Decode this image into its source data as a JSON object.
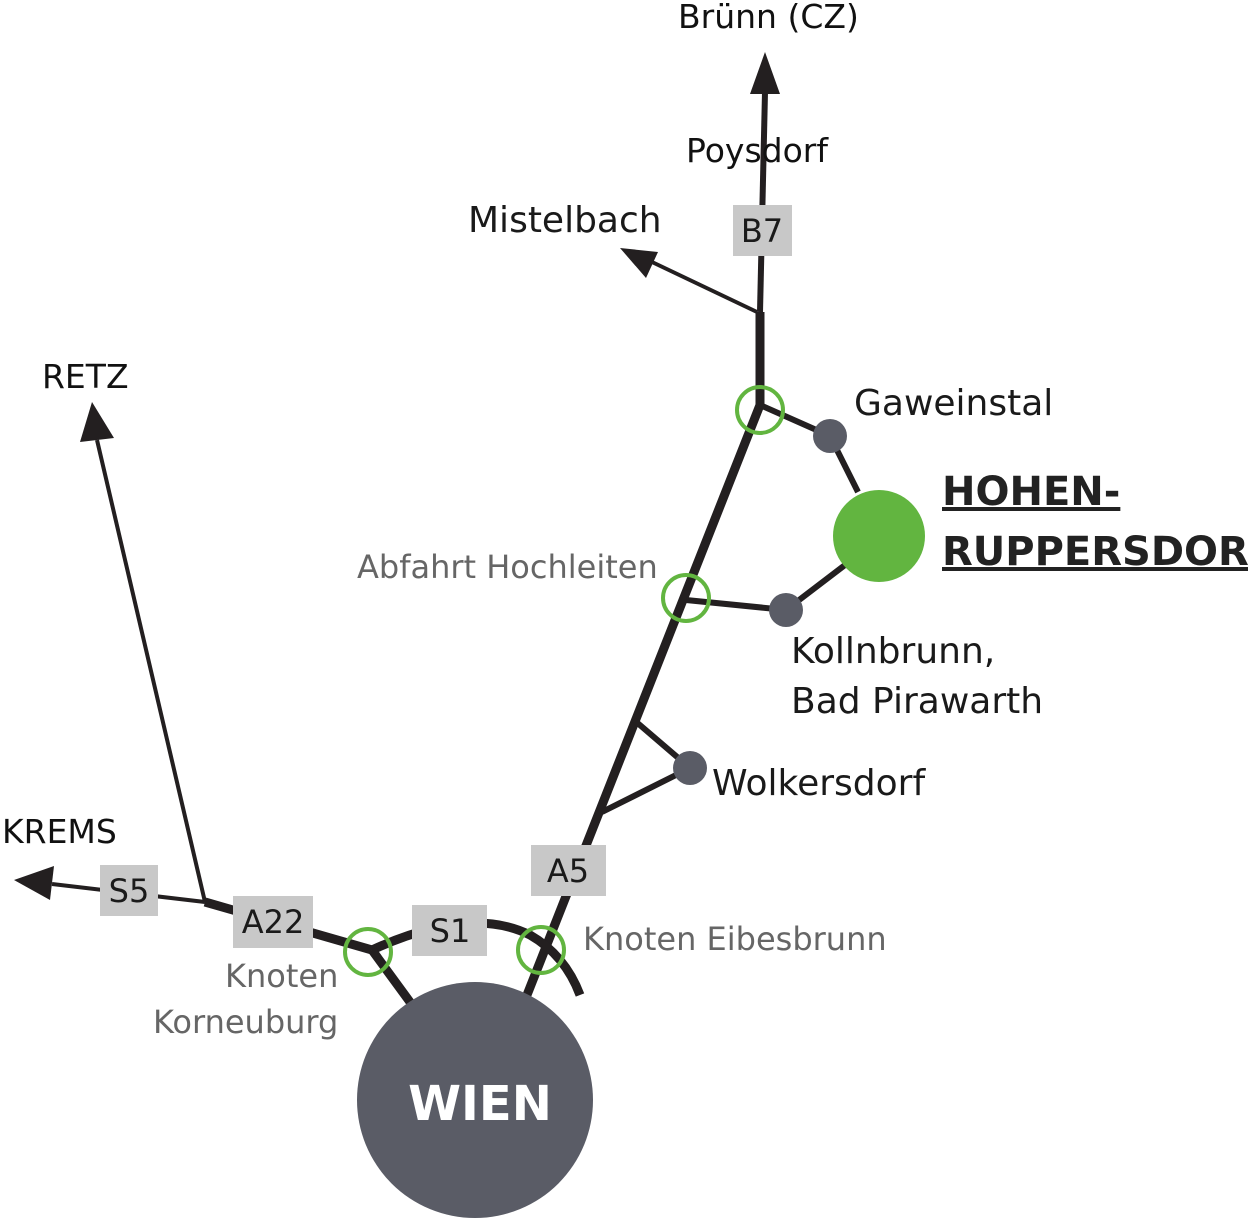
{
  "labels": {
    "brno": "Brünn (CZ)",
    "poysdorf": "Poysdorf",
    "mistelbach": "Mistelbach",
    "retz": "RETZ",
    "krems": "KREMS",
    "gaweinstal": "Gaweinstal",
    "hochleiten": "Abfahrt Hochleiten",
    "kollnbrunn_1": "Kollnbrunn,",
    "kollnbrunn_2": "Bad Pirawarth",
    "wolkersdorf": "Wolkersdorf",
    "eibesbrunn": "Knoten Eibesbrunn",
    "korneuburg_1": "Knoten",
    "korneuburg_2": "Korneuburg"
  },
  "roads": {
    "b7": "B7",
    "a5": "A5",
    "s1": "S1",
    "a22": "A22",
    "s5": "S5"
  },
  "destination": {
    "line1": "HOHEN-",
    "line2": "RUPPERSDORF",
    "color": "#62b540"
  },
  "city": {
    "name": "WIEN",
    "color": "#5a5c66"
  },
  "colors": {
    "road": "#231f20",
    "junction": "#62b540",
    "badge": "#c8c8c8",
    "place_dot": "#5a5c66"
  }
}
